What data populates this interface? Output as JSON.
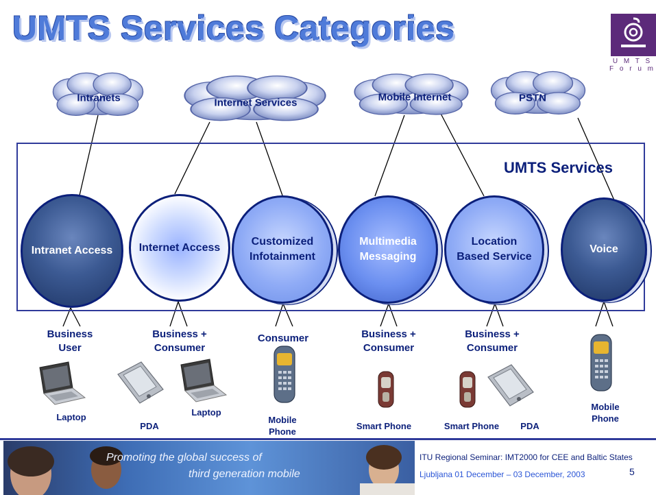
{
  "title": "UMTS Services Categories",
  "logo": {
    "text": "U M T S\nF o r u m"
  },
  "clouds": [
    {
      "label": "Intranets"
    },
    {
      "label": "Internet Services"
    },
    {
      "label": "Mobile Internet"
    },
    {
      "label": "PSTN"
    }
  ],
  "services_box_label": "UMTS Services",
  "services": [
    {
      "label": "Intranet Access",
      "style": "dark"
    },
    {
      "label": "Internet Access",
      "style": "light"
    },
    {
      "label": "Customized\nInfotainment",
      "style": "mid"
    },
    {
      "label": "Multimedia\nMessaging",
      "style": "blue"
    },
    {
      "label": "Location\nBased Service",
      "style": "mid"
    },
    {
      "label": "Voice",
      "style": "dark"
    }
  ],
  "segments": [
    {
      "label": "Business\nUser"
    },
    {
      "label": "Business +\nConsumer"
    },
    {
      "label": "Consumer"
    },
    {
      "label": "Business +\nConsumer"
    },
    {
      "label": "Business +\nConsumer"
    }
  ],
  "devices": [
    {
      "label": "Laptop",
      "icon": "laptop-icon"
    },
    {
      "label": "PDA",
      "icon": "pda-icon"
    },
    {
      "label": "Laptop",
      "icon": "laptop-icon"
    },
    {
      "label": "Mobile\nPhone",
      "icon": "mobile-phone-icon"
    },
    {
      "label": "Smart Phone",
      "icon": "smart-phone-icon"
    },
    {
      "label": "Smart Phone",
      "icon": "smart-phone-icon"
    },
    {
      "label": "PDA",
      "icon": "pda-icon"
    },
    {
      "label": "Mobile\nPhone",
      "icon": "mobile-phone-icon"
    }
  ],
  "footer": {
    "banner_line1": "Promoting the global success of",
    "banner_line2": "third generation mobile",
    "seminar": "ITU Regional Seminar: IMT2000 for CEE and Baltic States",
    "location_date": "Ljubljana 01 December – 03 December, 2003",
    "page_number": "5"
  },
  "colors": {
    "title_blue": "#4f7bd9",
    "navy": "#0b1f7a",
    "logo_purple": "#5c2a7a",
    "box_border": "#2f3a9a"
  }
}
